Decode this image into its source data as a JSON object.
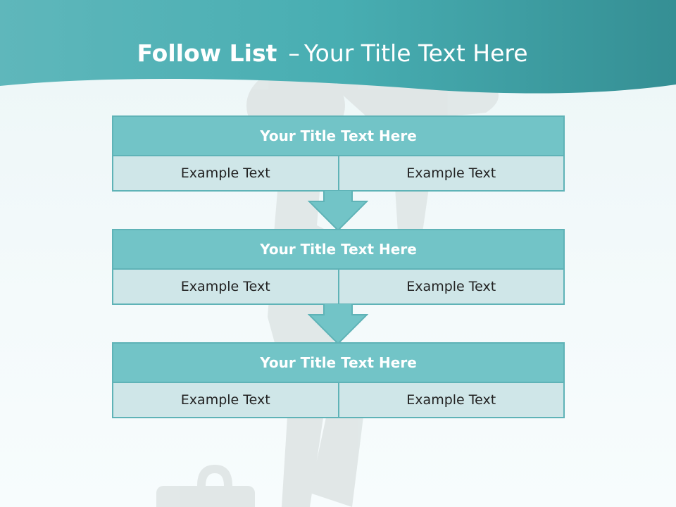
{
  "slide": {
    "title_bold": "Follow List",
    "title_dash": "–",
    "title_rest": "Your Title Text Here"
  },
  "blocks": [
    {
      "title": "Your Title Text Here",
      "left": "Example Text",
      "right": "Example Text"
    },
    {
      "title": "Your Title Text Here",
      "left": "Example Text",
      "right": "Example Text"
    },
    {
      "title": "Your Title Text Here",
      "left": "Example Text",
      "right": "Example Text"
    }
  ],
  "colors": {
    "header_teal": "#4aaeb2",
    "block_title_fill": "#72c4c7",
    "cell_fill": "#cfe6e8",
    "border": "#5fb3b7"
  },
  "icons": [
    "down-arrow-icon"
  ]
}
